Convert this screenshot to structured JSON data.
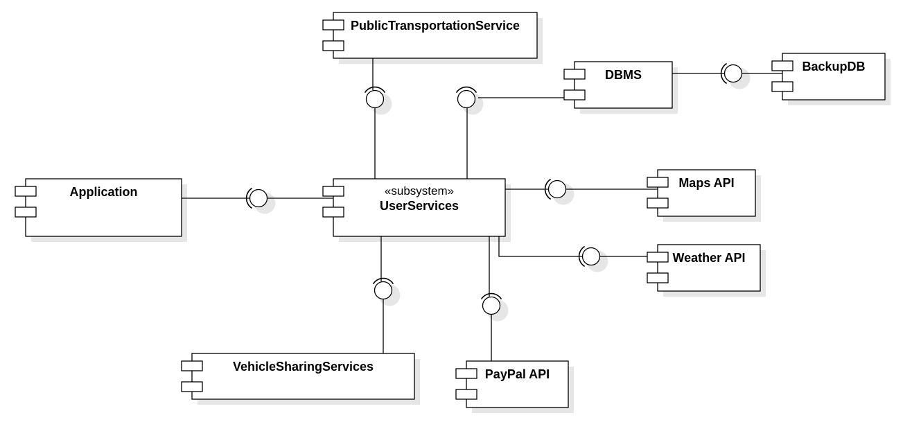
{
  "diagram": {
    "components": [
      {
        "id": "public-transportation-service",
        "name": "PublicTransportationService",
        "stereotype": ""
      },
      {
        "id": "dbms",
        "name": "DBMS",
        "stereotype": ""
      },
      {
        "id": "backup-db",
        "name": "BackupDB",
        "stereotype": ""
      },
      {
        "id": "application",
        "name": "Application",
        "stereotype": ""
      },
      {
        "id": "user-services",
        "name": "UserServices",
        "stereotype": "«subsystem»"
      },
      {
        "id": "maps-api",
        "name": "Maps API",
        "stereotype": ""
      },
      {
        "id": "weather-api",
        "name": "Weather API",
        "stereotype": ""
      },
      {
        "id": "vehicle-sharing-services",
        "name": "VehicleSharingServices",
        "stereotype": ""
      },
      {
        "id": "paypal-api",
        "name": "PayPal API",
        "stereotype": ""
      }
    ],
    "connections": [
      {
        "provider": "public-transportation-service",
        "consumer": "user-services"
      },
      {
        "provider": "dbms",
        "consumer": "user-services"
      },
      {
        "provider": "backup-db",
        "consumer": "dbms"
      },
      {
        "provider": "user-services",
        "consumer": "application"
      },
      {
        "provider": "maps-api",
        "consumer": "user-services"
      },
      {
        "provider": "weather-api",
        "consumer": "user-services"
      },
      {
        "provider": "vehicle-sharing-services",
        "consumer": "user-services"
      },
      {
        "provider": "paypal-api",
        "consumer": "user-services"
      }
    ],
    "colors": {
      "stroke": "#000000",
      "fill": "#ffffff",
      "shadow": "#e6e6e6"
    }
  }
}
